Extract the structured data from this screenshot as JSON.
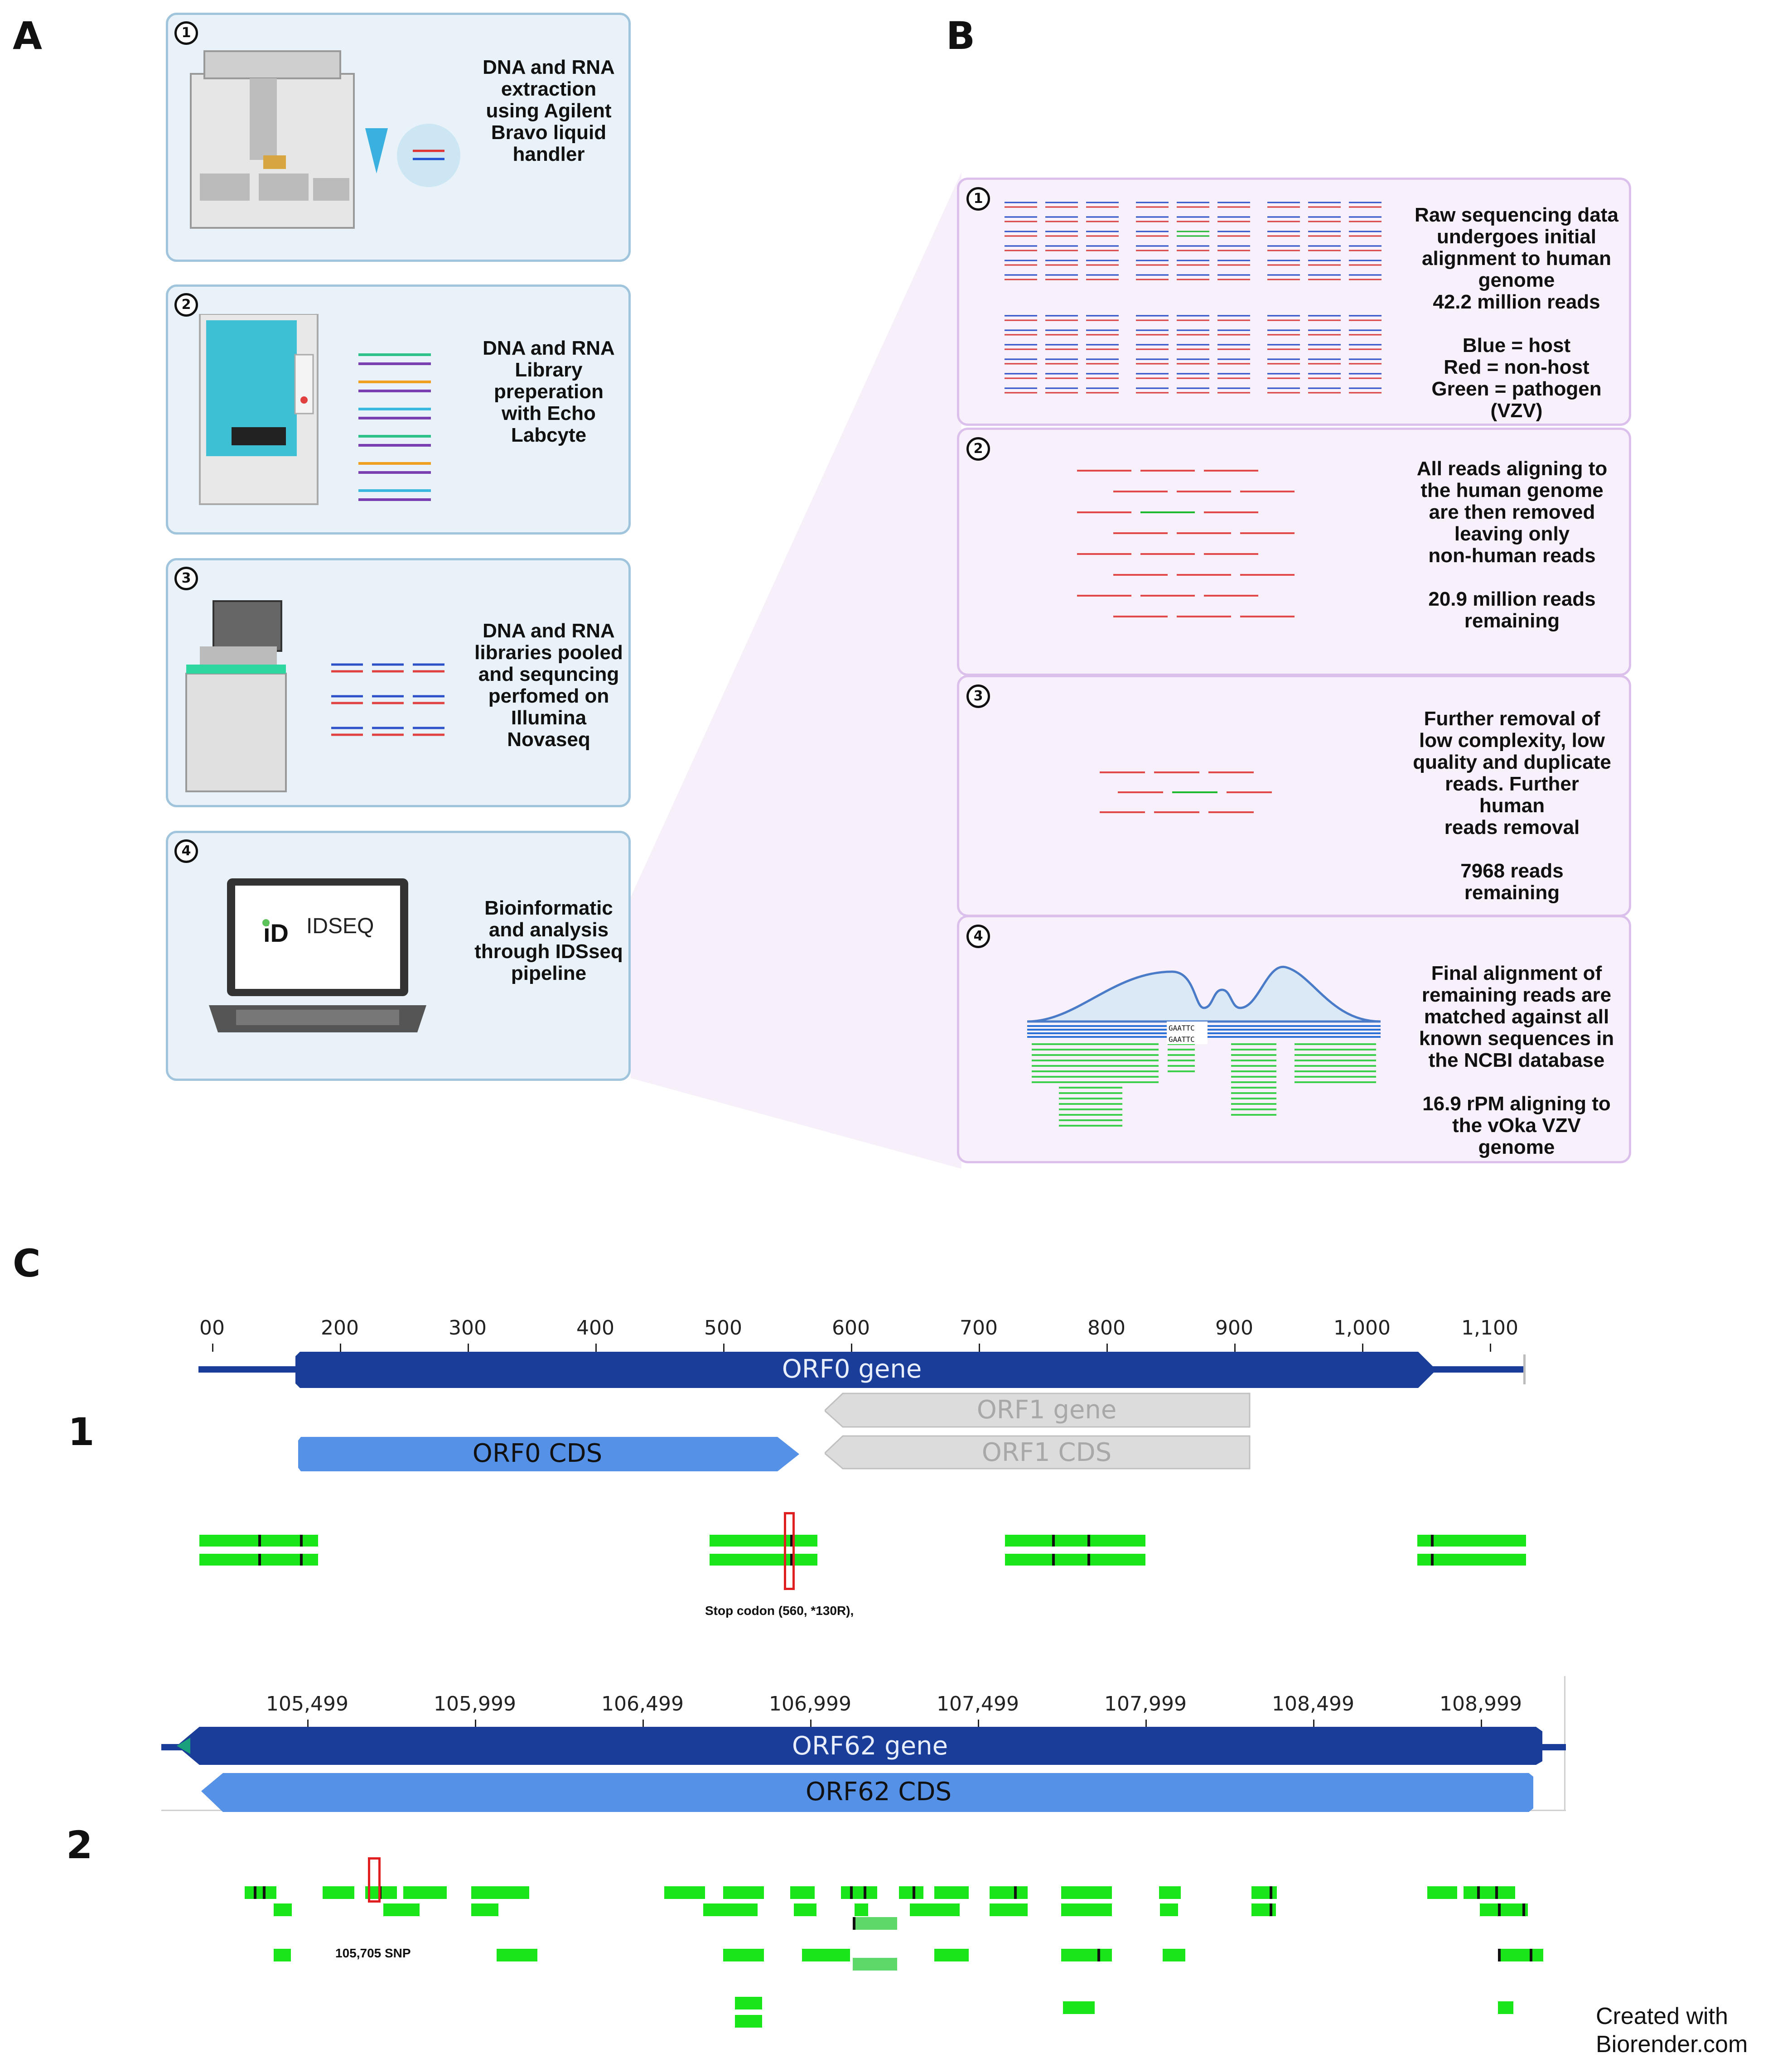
{
  "panels": {
    "a": "A",
    "b": "B",
    "c": "C"
  },
  "panel_a": {
    "steps": [
      {
        "num": "1",
        "text": "DNA and RNA\nextraction\nusing Agilent\nBravo liquid\nhandler"
      },
      {
        "num": "2",
        "text": "DNA and RNA\nLibrary\npreperation\nwith Echo\nLabcyte"
      },
      {
        "num": "3",
        "text": "DNA and RNA\nlibraries pooled\nand  sequncing\nperfomed on\nIllumina\nNovaseq"
      },
      {
        "num": "4",
        "text": "Bioinformatic\nand analysis\nthrough IDSseq\npipeline"
      }
    ],
    "logo_text": "IDSEQ"
  },
  "panel_b": {
    "steps": [
      {
        "num": "1",
        "text": "Raw sequencing data\nundergoes initial\nalignment to human\ngenome\n42.2  million reads\n\nBlue = host\nRed = non-host\nGreen = pathogen\n(VZV)"
      },
      {
        "num": "2",
        "text": "All reads aligning to\nthe human genome\nare then removed\nleaving only\nnon-human reads\n\n20.9 million reads\nremaining"
      },
      {
        "num": "3",
        "text": "Further removal of\nlow complexity,  low\nquality and duplicate\nreads. Further human\nreads removal\n\n7968  reads\nremaining"
      },
      {
        "num": "4",
        "text": "Final alignment of\nremaining reads are\nmatched against  all\nknown sequences in\nthe NCBI database\n\n16.9 rPM aligning to\nthe vOka VZV genome"
      }
    ],
    "seq_left": "GAATTC",
    "seq_right": "GAATTC"
  },
  "panel_c": {
    "track1": {
      "label": "1",
      "ticks": [
        "00",
        "200",
        "300",
        "400",
        "500",
        "600",
        "700",
        "800",
        "900",
        "1,000",
        "1,100"
      ],
      "gene": "ORF0 gene",
      "cds": "ORF0 CDS",
      "gene2": "ORF1 gene",
      "cds2": "ORF1 CDS",
      "annotation": "Stop codon (560, *130R),"
    },
    "track2": {
      "label": "2",
      "ticks": [
        "105,499",
        "105,999",
        "106,499",
        "106,999",
        "107,499",
        "107,999",
        "108,499",
        "108,999"
      ],
      "gene": "ORF62 gene",
      "cds": "ORF62 CDS",
      "annotation": "105,705 SNP"
    }
  },
  "colors": {
    "gene": "#1b3d9a",
    "cds": "#5591e6",
    "orf1": "#d9d9d9",
    "reads": "#19e619",
    "highlight": "#e02020"
  },
  "credit": "Created with\nBiorender.com"
}
